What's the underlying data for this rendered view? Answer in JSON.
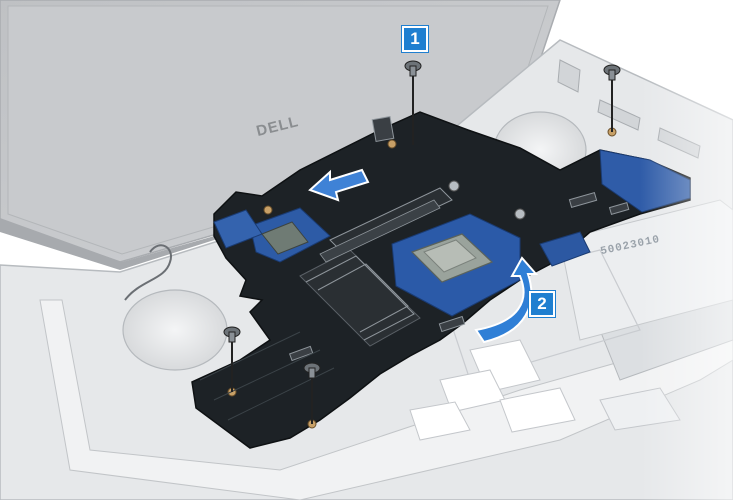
{
  "callouts": [
    {
      "number": "1",
      "color": "#1f7fd0"
    },
    {
      "number": "2",
      "color": "#1f7fd0"
    }
  ],
  "display_logo": "DELL",
  "chassis_label": "50023010",
  "colors": {
    "board": "#1d2226",
    "pcb_blue": "#2b5aa8",
    "arrow": "#2f7fd6",
    "chassis": "#e6e8ea",
    "lid": "#c3c5c8"
  }
}
